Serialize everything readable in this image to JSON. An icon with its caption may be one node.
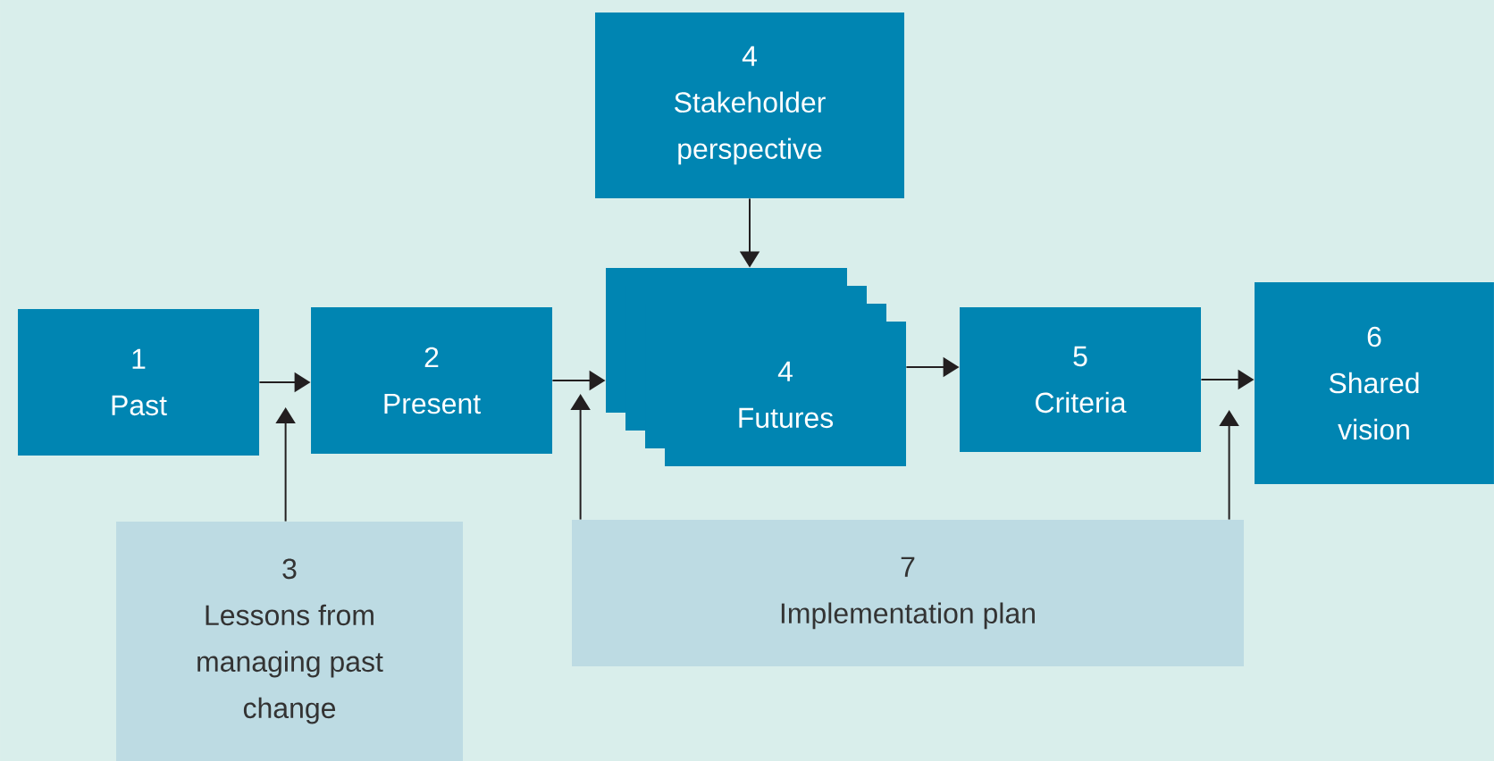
{
  "diagram": {
    "nodes": [
      {
        "text": [
          "4",
          "Stakeholder perspective"
        ]
      },
      {
        "text": [
          "1",
          "Past"
        ]
      },
      {
        "text": [
          "2",
          "Present"
        ]
      },
      {
        "text": [
          "4",
          "Futures"
        ]
      },
      {
        "text": [
          "5",
          "Criteria"
        ]
      },
      {
        "text": [
          "6",
          "Shared vision"
        ]
      },
      {
        "text": [
          "3",
          "Lessons from managing past change"
        ]
      },
      {
        "text": [
          "7",
          "Implementation plan"
        ]
      }
    ],
    "edges": [
      {
        "from": 1,
        "to": 2,
        "arrow": "to"
      },
      {
        "from": 2,
        "to": 3,
        "arrow": "to"
      },
      {
        "from": 3,
        "to": 4,
        "arrow": "to"
      },
      {
        "from": 4,
        "to": 5,
        "arrow": "to"
      },
      {
        "from": 0,
        "to": 3,
        "arrow": "to"
      },
      {
        "from": 6,
        "to": 2,
        "arrow": "to"
      },
      {
        "from": 7,
        "to": 3,
        "arrow": "to"
      },
      {
        "from": 7,
        "to": 5,
        "arrow": "to"
      }
    ]
  }
}
